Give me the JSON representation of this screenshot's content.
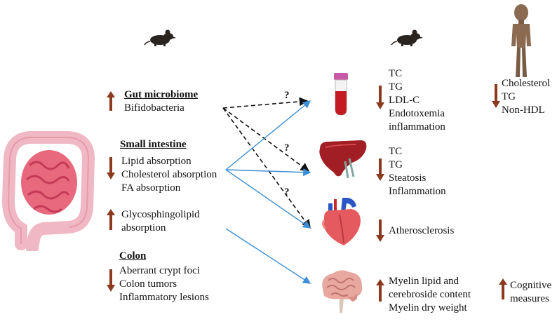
{
  "colors": {
    "effect_arrow": "#8b3a1e",
    "solid_connector": "#3b8fd6",
    "dashed_connector": "#111111"
  },
  "icons": {
    "mouse_left": "mouse-icon",
    "mouse_right": "mouse-icon",
    "human": "human-figure-icon",
    "intestine": "intestine-organ-icon",
    "blood_tube": "blood-tube-icon",
    "liver": "liver-organ-icon",
    "heart": "heart-organ-icon",
    "brain": "brain-organ-icon"
  },
  "left": {
    "gut": {
      "title": "Gut microbiome",
      "items": [
        "Bifidobacteria"
      ],
      "direction": "up"
    },
    "small_intestine": {
      "title": "Small intestine",
      "down_items": [
        "Lipid absorption",
        "Cholesterol absorption",
        "FA absorption"
      ],
      "up_items": [
        "Glycosphingolipid",
        "absorption"
      ]
    },
    "colon": {
      "title": "Colon",
      "items": [
        "Aberrant crypt foci",
        "Colon tumors",
        "Inflammatory lesions"
      ],
      "direction": "down"
    }
  },
  "question_mark": "?",
  "mouse_outcomes": {
    "blood": {
      "items": [
        "TC",
        "TG",
        "LDL-C",
        "Endotoxemia",
        "inflammation"
      ],
      "direction": "down"
    },
    "liver": {
      "items": [
        "TC",
        "TG",
        "Steatosis",
        "Inflammation"
      ],
      "direction": "down"
    },
    "heart": {
      "items": [
        "Atherosclerosis"
      ],
      "direction": "down"
    },
    "brain": {
      "items": [
        "Myelin lipid and",
        "cerebroside content",
        "Myelin dry weight"
      ],
      "direction": "up"
    }
  },
  "human_outcomes": {
    "blood": {
      "items": [
        "Cholesterol",
        "TG",
        "Non-HDL"
      ],
      "direction": "down"
    },
    "brain": {
      "items": [
        "Cognitive",
        "measures"
      ],
      "direction": "up"
    }
  }
}
